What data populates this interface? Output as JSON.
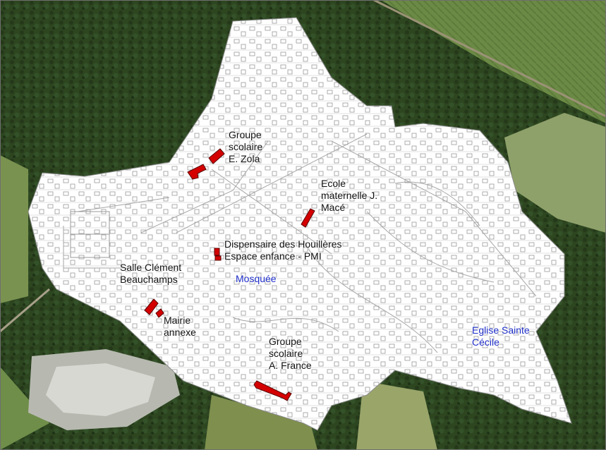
{
  "map": {
    "labels": {
      "zola": "Groupe\nscolaire\nE. Zola",
      "mace": "Ecole\nmaternelle J.\nMacé",
      "dispensaire": "Dispensaire des Houillères\nEspace enfance - PMI",
      "mosquee": "Mosquée",
      "salle": "Salle Clément\nBeauchamps",
      "mairie": "Mairie\nannexe",
      "france": "Groupe\nscolaire\nA. France",
      "eglise": "Eglise Sainte\nCécile"
    },
    "colors": {
      "forest": "#2f4a22",
      "urban_area": "#ffffff",
      "building_highlight": "#d40000",
      "label_black": "#111111",
      "label_blue": "#1f2fc8"
    }
  }
}
